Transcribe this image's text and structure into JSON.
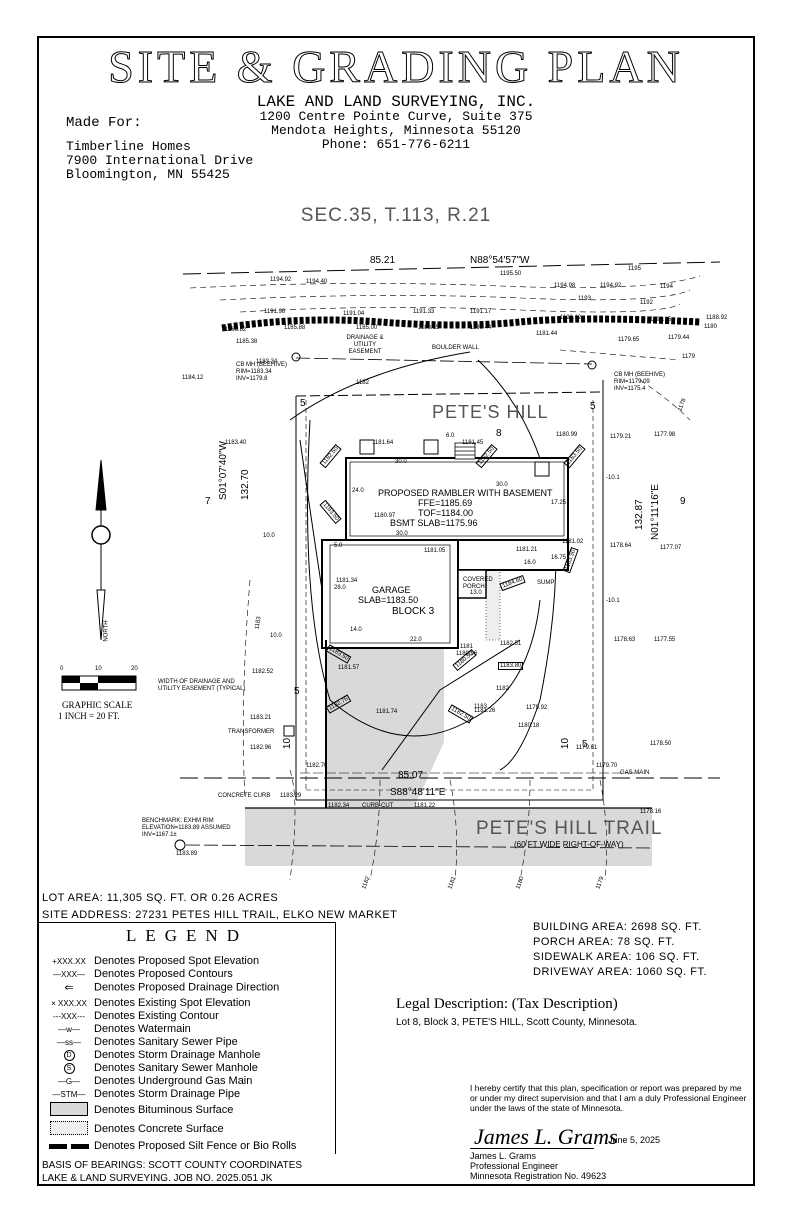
{
  "header": {
    "title": "SITE & GRADING PLAN",
    "company": "LAKE AND LAND SURVEYING, INC.",
    "address1": "1200 Centre Pointe Curve, Suite 375",
    "address2": "Mendota Heights, Minnesota 55120",
    "phone": "Phone: 651-776-6211",
    "made_for_label": "Made For:",
    "client_name": "Timberline Homes",
    "client_street": "7900 International Drive",
    "client_city": "Bloomington, MN 55425",
    "section": "SEC.35, T.113, R.21"
  },
  "plan": {
    "north_dim": "85.21",
    "north_bearing": "N88°54'57\"W",
    "south_dim": "85.07",
    "south_bearing": "S88°48'11\"E",
    "west_bearing": "S01°07'40\"W",
    "west_dim": "132.70",
    "east_bearing": "N01°11'16\"E",
    "east_dim": "132.87",
    "street_name": "PETE'S HILL TRAIL",
    "row_note": "(60 FT WIDE RIGHT-OF-WAY)",
    "subdivision": "PETE'S HILL",
    "lot_num": "8",
    "lot_west": "7",
    "lot_east": "9",
    "block": "BLOCK 3",
    "house_line1": "PROPOSED RAMBLER WITH BASEMENT",
    "house_ffe": "FFE=1185.69",
    "house_tof": "TOF=1184.00",
    "house_bsmt": "BSMT SLAB=1175.96",
    "garage_label": "GARAGE",
    "garage_slab": "SLAB=1183.50",
    "porch_label": "COVERED PORCH",
    "porch_dim": "13.0",
    "dim_30a": "30.0",
    "dim_30b": "30.0",
    "dim_30c": "30.0",
    "dim_22": "22.0",
    "dim_14": "14.0",
    "dim_24": "24.0",
    "dim_28": "28.0",
    "dim_16": "16.0",
    "dim_17": "17.25",
    "dim_16b": "16.75",
    "dim_5a": "5.0",
    "dim_6": "6.0",
    "dim_10a": "10.0",
    "dim_10b": "10.0",
    "dim_10c": "-10.1",
    "dim_10d": "-10.1",
    "dim_5b": "5",
    "dim_5c": "5",
    "dim_5d": "5",
    "dim_5e": "5",
    "dim_10e": "10",
    "dim_10f": "10",
    "drainage_note": "DRAINAGE & UTILITY EASEMENT",
    "boulder_wall": "BOULDER WALL",
    "cbmh_w": "CB MH (BEEHIVE) RIM=1183.34 INV=1179.8",
    "cbmh_e": "CB MH (BEEHIVE) RIM=1179.09 INV=1175.4",
    "easement_note": "WIDTH OF DRAINAGE AND UTILITY EASEMENT (TYPICAL)",
    "transformer": "TRANSFORMER",
    "sump": "SUMP",
    "concrete_curb": "CONCRETE CURB",
    "curb_cut": "CURB-CUT",
    "gas_main": "GAS MAIN",
    "benchmark": "BENCHMARK: EXHM RIM ELEVATION=1183.89 ASSUMED INV=1167.1±",
    "prop_elevs": [
      "1182.50",
      "1183.50",
      "1182.50",
      "1183.50",
      "1184.60",
      "1183.50",
      "1183.50",
      "1182.76",
      "1182.50",
      "1180.50",
      "1183.80"
    ],
    "contours": [
      "1195",
      "1194",
      "1193",
      "1192",
      "1180",
      "1179",
      "1178",
      "1182",
      "1183",
      "1181",
      "1182",
      "1183",
      "1182",
      "1181",
      "1180",
      "1179"
    ],
    "spot_elevs": [
      "1194.92",
      "1194.40",
      "1195.50",
      "1194.98",
      "1194.92",
      "1188.92",
      "1191.98",
      "1186.82",
      "1191.04",
      "1191.33",
      "1191.17",
      "1191.12",
      "1190.25",
      "1185.88",
      "1185.00",
      "1183.15",
      "1183.44",
      "1181.44",
      "1179.44",
      "1179.65",
      "1185.38",
      "1183.34",
      "1184.12",
      "1183.40",
      "1181.64",
      "1181.45",
      "1180.99",
      "1179.21",
      "1177.98",
      "1180.97",
      "1181.05",
      "1181.21",
      "1181.02",
      "1178.64",
      "1177.07",
      "1181.34",
      "1178.63",
      "1177.55",
      "1182.52",
      "1181.57",
      "1180.96",
      "1182.51",
      "1181.74",
      "1181.26",
      "1179.92",
      "1183.21",
      "1180.18",
      "1178.50",
      "1182.96",
      "1179.61",
      "1182.70",
      "1179.70",
      "1183.29",
      "1182.34",
      "1181.22",
      "1178.16",
      "1183.89"
    ],
    "graphic_scale_ticks": [
      "0",
      "10",
      "20"
    ],
    "graphic_scale_title": "GRAPHIC SCALE",
    "graphic_scale_ratio": "1 INCH = 20 FT.",
    "north_label": "NORTH"
  },
  "lot": {
    "area": "LOT AREA: 11,305 SQ. FT. OR 0.26 ACRES",
    "site_address": "SITE ADDRESS: 27231 PETES HILL TRAIL, ELKO NEW MARKET"
  },
  "legend": {
    "title": "LEGEND",
    "items": [
      {
        "sym": "+XXX.XX",
        "text": "Denotes Proposed Spot Elevation"
      },
      {
        "sym": "—XXX—",
        "text": "Denotes Proposed Contours"
      },
      {
        "sym": "⇐",
        "text": "Denotes Proposed Drainage Direction"
      },
      {
        "sym": "× XXX.XX",
        "text": "Denotes Existing Spot Elevation"
      },
      {
        "sym": "---XXX---",
        "text": "Denotes Existing Contour"
      },
      {
        "sym": "—w—",
        "text": "Denotes Watermain"
      },
      {
        "sym": "—ss—",
        "text": "Denotes Sanitary Sewer Pipe"
      },
      {
        "sym": "D",
        "text": "Denotes Storm Drainage Manhole"
      },
      {
        "sym": "S",
        "text": "Denotes Sanitary Sewer Manhole"
      },
      {
        "sym": "—G—",
        "text": "Denotes Underground Gas Main"
      },
      {
        "sym": "—STM—",
        "text": "Denotes Storm Drainage Pipe"
      },
      {
        "sym": "",
        "text": "Denotes Bituminous Surface"
      },
      {
        "sym": "",
        "text": "Denotes Concrete Surface"
      },
      {
        "sym": "",
        "text": "Denotes Proposed Silt Fence or Bio Rolls"
      }
    ],
    "basis": "BASIS OF BEARINGS: SCOTT COUNTY COORDINATES",
    "job": "LAKE & LAND SURVEYING.  JOB NO. 2025.051 JK"
  },
  "areas": {
    "building": "BUILDING AREA: 2698 SQ. FT.",
    "porch": "PORCH AREA: 78 SQ. FT.",
    "sidewalk": "SIDEWALK AREA: 106 SQ. FT.",
    "driveway": "DRIVEWAY AREA: 1060 SQ. FT."
  },
  "legal": {
    "heading": "Legal Description: (Tax Description)",
    "text": "Lot 8, Block 3, PETE'S HILL, Scott County, Minnesota."
  },
  "cert": {
    "text": "I hereby certify that this plan, specification or report was prepared by me or under my direct supervision and that I am a duly Professional Engineer under the laws of the state of Minnesota.",
    "signature": "James L. Grams",
    "date": "June 5, 2025",
    "name": "James L. Grams",
    "title": "Professional Engineer",
    "reg": "Minnesota Registration No. 49623"
  },
  "colors": {
    "bituminous": "#d9d9d9",
    "ink": "#000000"
  }
}
